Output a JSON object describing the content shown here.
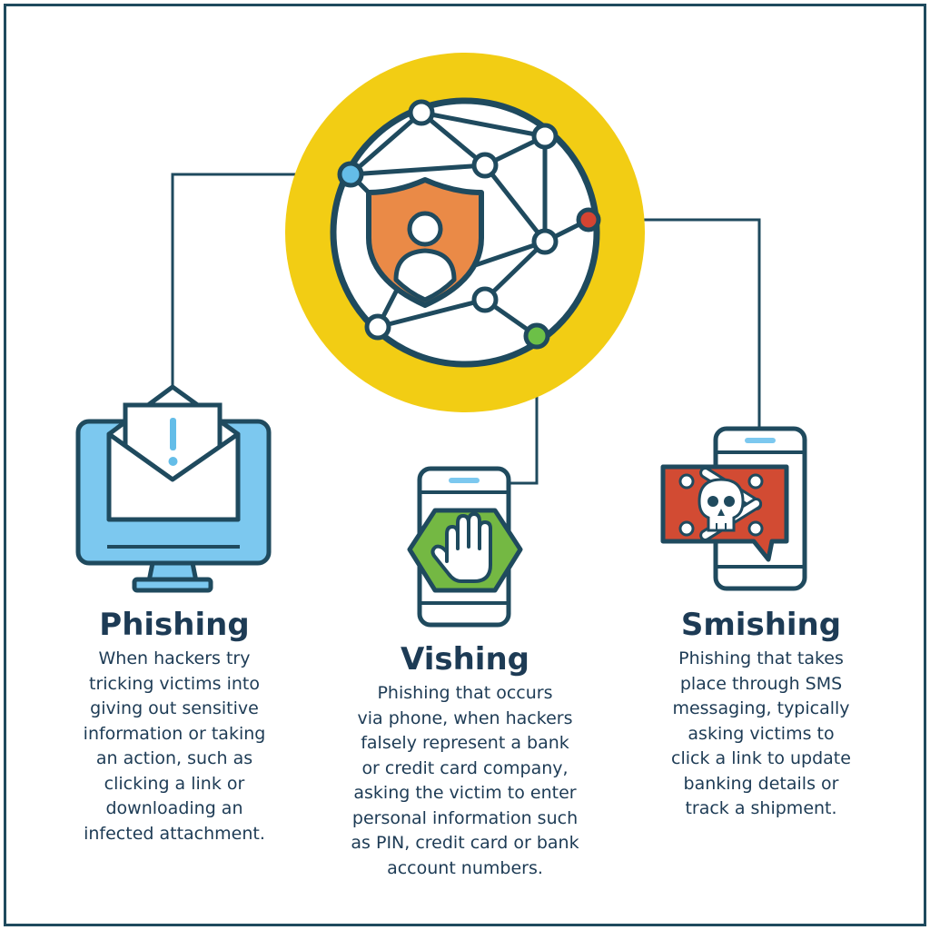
{
  "colors": {
    "border": "#1f4a5e",
    "outline": "#1f4a5e",
    "globe_ring": "#f2cd14",
    "shield": "#ea8a47",
    "monitor": "#7cc8ef",
    "stop_sign": "#74b843",
    "alert_bubble": "#d24b33",
    "node_blue": "#64bde8",
    "node_red": "#d54432",
    "node_green": "#6cc047"
  },
  "icons": {
    "center": "network-globe-shield-user-icon",
    "phishing": "monitor-email-alert-icon",
    "vishing": "phone-stop-hand-icon",
    "smishing": "phone-skull-message-icon"
  },
  "sections": {
    "phishing": {
      "title": "Phishing",
      "lines": [
        "When hackers try",
        "tricking victims into",
        "giving out sensitive",
        "information or taking",
        "an action, such as",
        "clicking a link or",
        "downloading an",
        "infected attachment."
      ]
    },
    "vishing": {
      "title": "Vishing",
      "lines": [
        "Phishing that occurs",
        "via phone, when hackers",
        "falsely represent a bank",
        "or credit card company,",
        "asking the victim to enter",
        "personal information such",
        "as PIN, credit card or bank",
        "account numbers."
      ]
    },
    "smishing": {
      "title": "Smishing",
      "lines": [
        "Phishing that takes",
        "place through SMS",
        "messaging, typically",
        "asking victims to",
        "click a link to update",
        "banking details or",
        "track a shipment."
      ]
    }
  }
}
